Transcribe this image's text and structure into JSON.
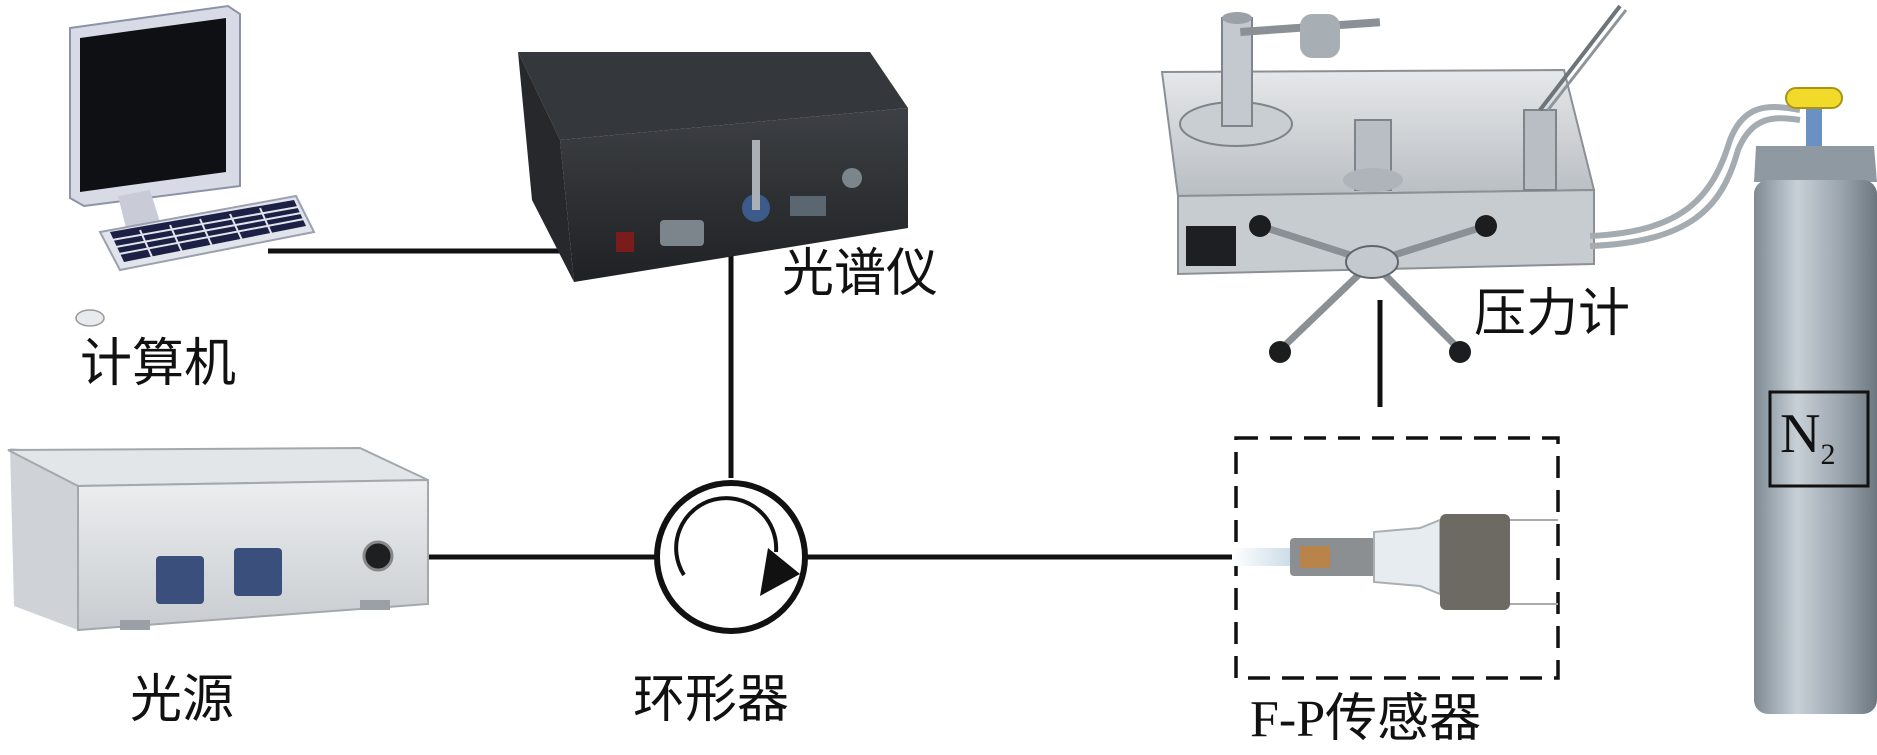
{
  "labels": {
    "computer": "计算机",
    "spectrometer": "光谱仪",
    "pressure_gauge": "压力计",
    "light_source": "光源",
    "circulator": "环形器",
    "fp_sensor": "F-P传感器",
    "gas_cylinder": "N",
    "gas_subscript": "2"
  },
  "colors": {
    "line": "#111111",
    "device_dark": "#2a2c2f",
    "device_light": "#d9dcdf",
    "cylinder": "#9aa4ad",
    "screen": "#2b2d6e",
    "knob_blue": "#3c5a8a"
  },
  "icons": [
    "computer-icon",
    "spectrometer-icon",
    "pressure-gauge-icon",
    "light-source-icon",
    "circulator-icon",
    "fp-sensor-icon",
    "gas-cylinder-icon"
  ]
}
